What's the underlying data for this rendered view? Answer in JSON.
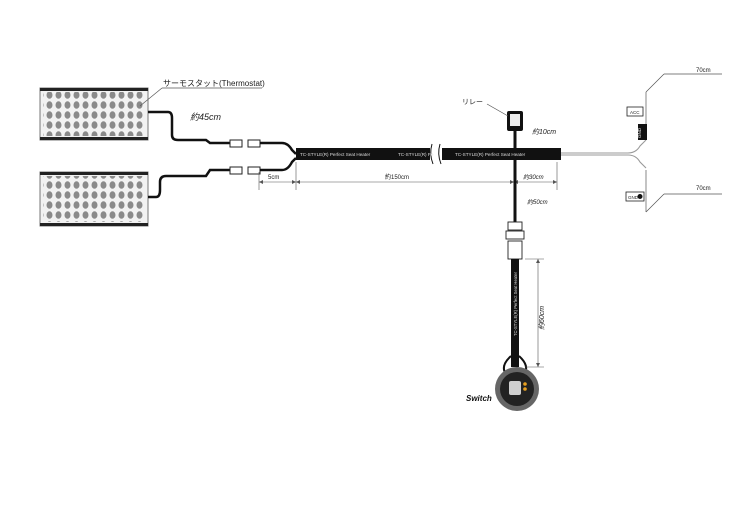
{
  "labels": {
    "thermostat": "サーモスタット(Thermostat)",
    "cable_45": "約45cm",
    "relay": "リレー",
    "len_10": "約10cm",
    "len_5": "5cm",
    "len_150": "約150cm",
    "len_30": "約30cm",
    "len_50": "約50cm",
    "len_60": "約60cm",
    "len_70_top": "70cm",
    "len_70_bottom": "70cm",
    "acc": "ACC",
    "gnd": "GND",
    "switch": "Switch"
  },
  "cable_print": {
    "seg1": "TC-STYLE(R) Perfect Seat Heater",
    "seg2": "TC-STYLE(R) Pe",
    "seg3": "TC-STYLE(R) Perfect Seat Heater",
    "vertical": "TC-STYLE(R) Perfect Seat Heater"
  },
  "colors": {
    "cable": "#111111",
    "pad_bg": "#f2f2f2",
    "pad_cell": "#8a8a8a",
    "dim_line": "#555555",
    "switch_ring": "#444444",
    "switch_led": "#e8a020"
  },
  "icons": [
    "thermostat-pad",
    "connector",
    "relay",
    "switch-dial",
    "ground-icon"
  ]
}
